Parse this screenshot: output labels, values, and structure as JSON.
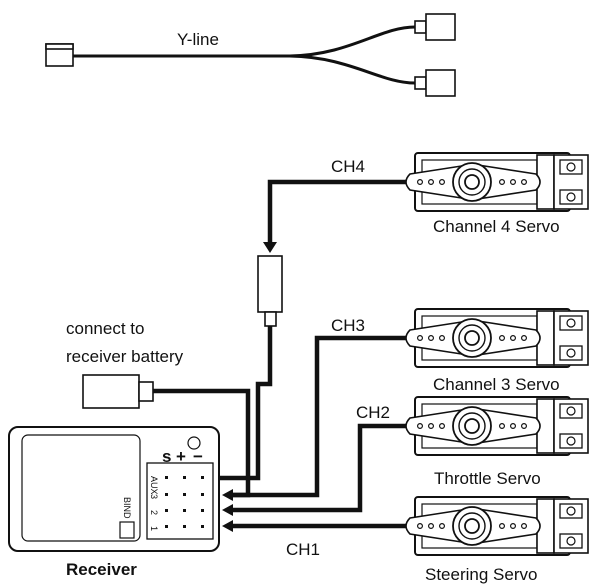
{
  "y_line": {
    "label": "Y-line"
  },
  "battery": {
    "label_line1": "connect to",
    "label_line2": "receiver battery"
  },
  "channels": {
    "ch4": "CH4",
    "ch3": "CH3",
    "ch2": "CH2",
    "ch1": "CH1"
  },
  "servos": {
    "ch4": "Channel 4 Servo",
    "ch3": "Channel 3 Servo",
    "throttle": "Throttle Servo",
    "steering": "Steering Servo"
  },
  "receiver": {
    "title": "Receiver",
    "header_s": "s",
    "header_plus": "+",
    "header_minus": "−",
    "port_aux": "AUX",
    "port_3": "3",
    "port_2": "2",
    "port_1": "1",
    "bind": "BIND"
  }
}
